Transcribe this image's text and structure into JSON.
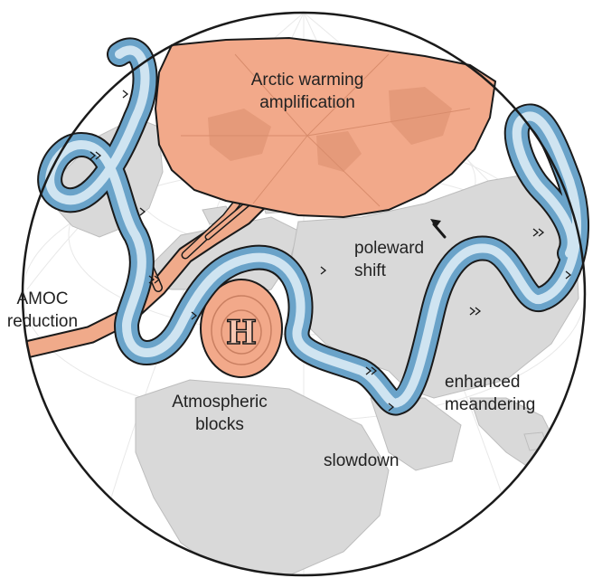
{
  "labels": {
    "arctic": [
      "Arctic warming",
      "amplification"
    ],
    "poleward": [
      "poleward",
      "shift"
    ],
    "amoc": [
      "AMOC",
      "reduction"
    ],
    "blocks": [
      "Atmospheric",
      "blocks"
    ],
    "meander": [
      "enhanced",
      "meandering"
    ],
    "slowdown": "slowdown",
    "block_symbol": "H"
  },
  "colors": {
    "globe": "#ffffff",
    "land": "#d9d9d9",
    "arctic_fill": "#f2a98a",
    "arctic_dark": "#e59a7a",
    "warm_current": "#f0aa8a",
    "jet_dark": "#6aa3c9",
    "jet_light": "#cfe4f1",
    "outline": "#1a1a1a"
  },
  "icons": {
    "shift_arrow": "arrow-up-left-icon",
    "flow_chevrons": "double-chevron-icon",
    "high_pressure": "h-symbol-icon"
  }
}
